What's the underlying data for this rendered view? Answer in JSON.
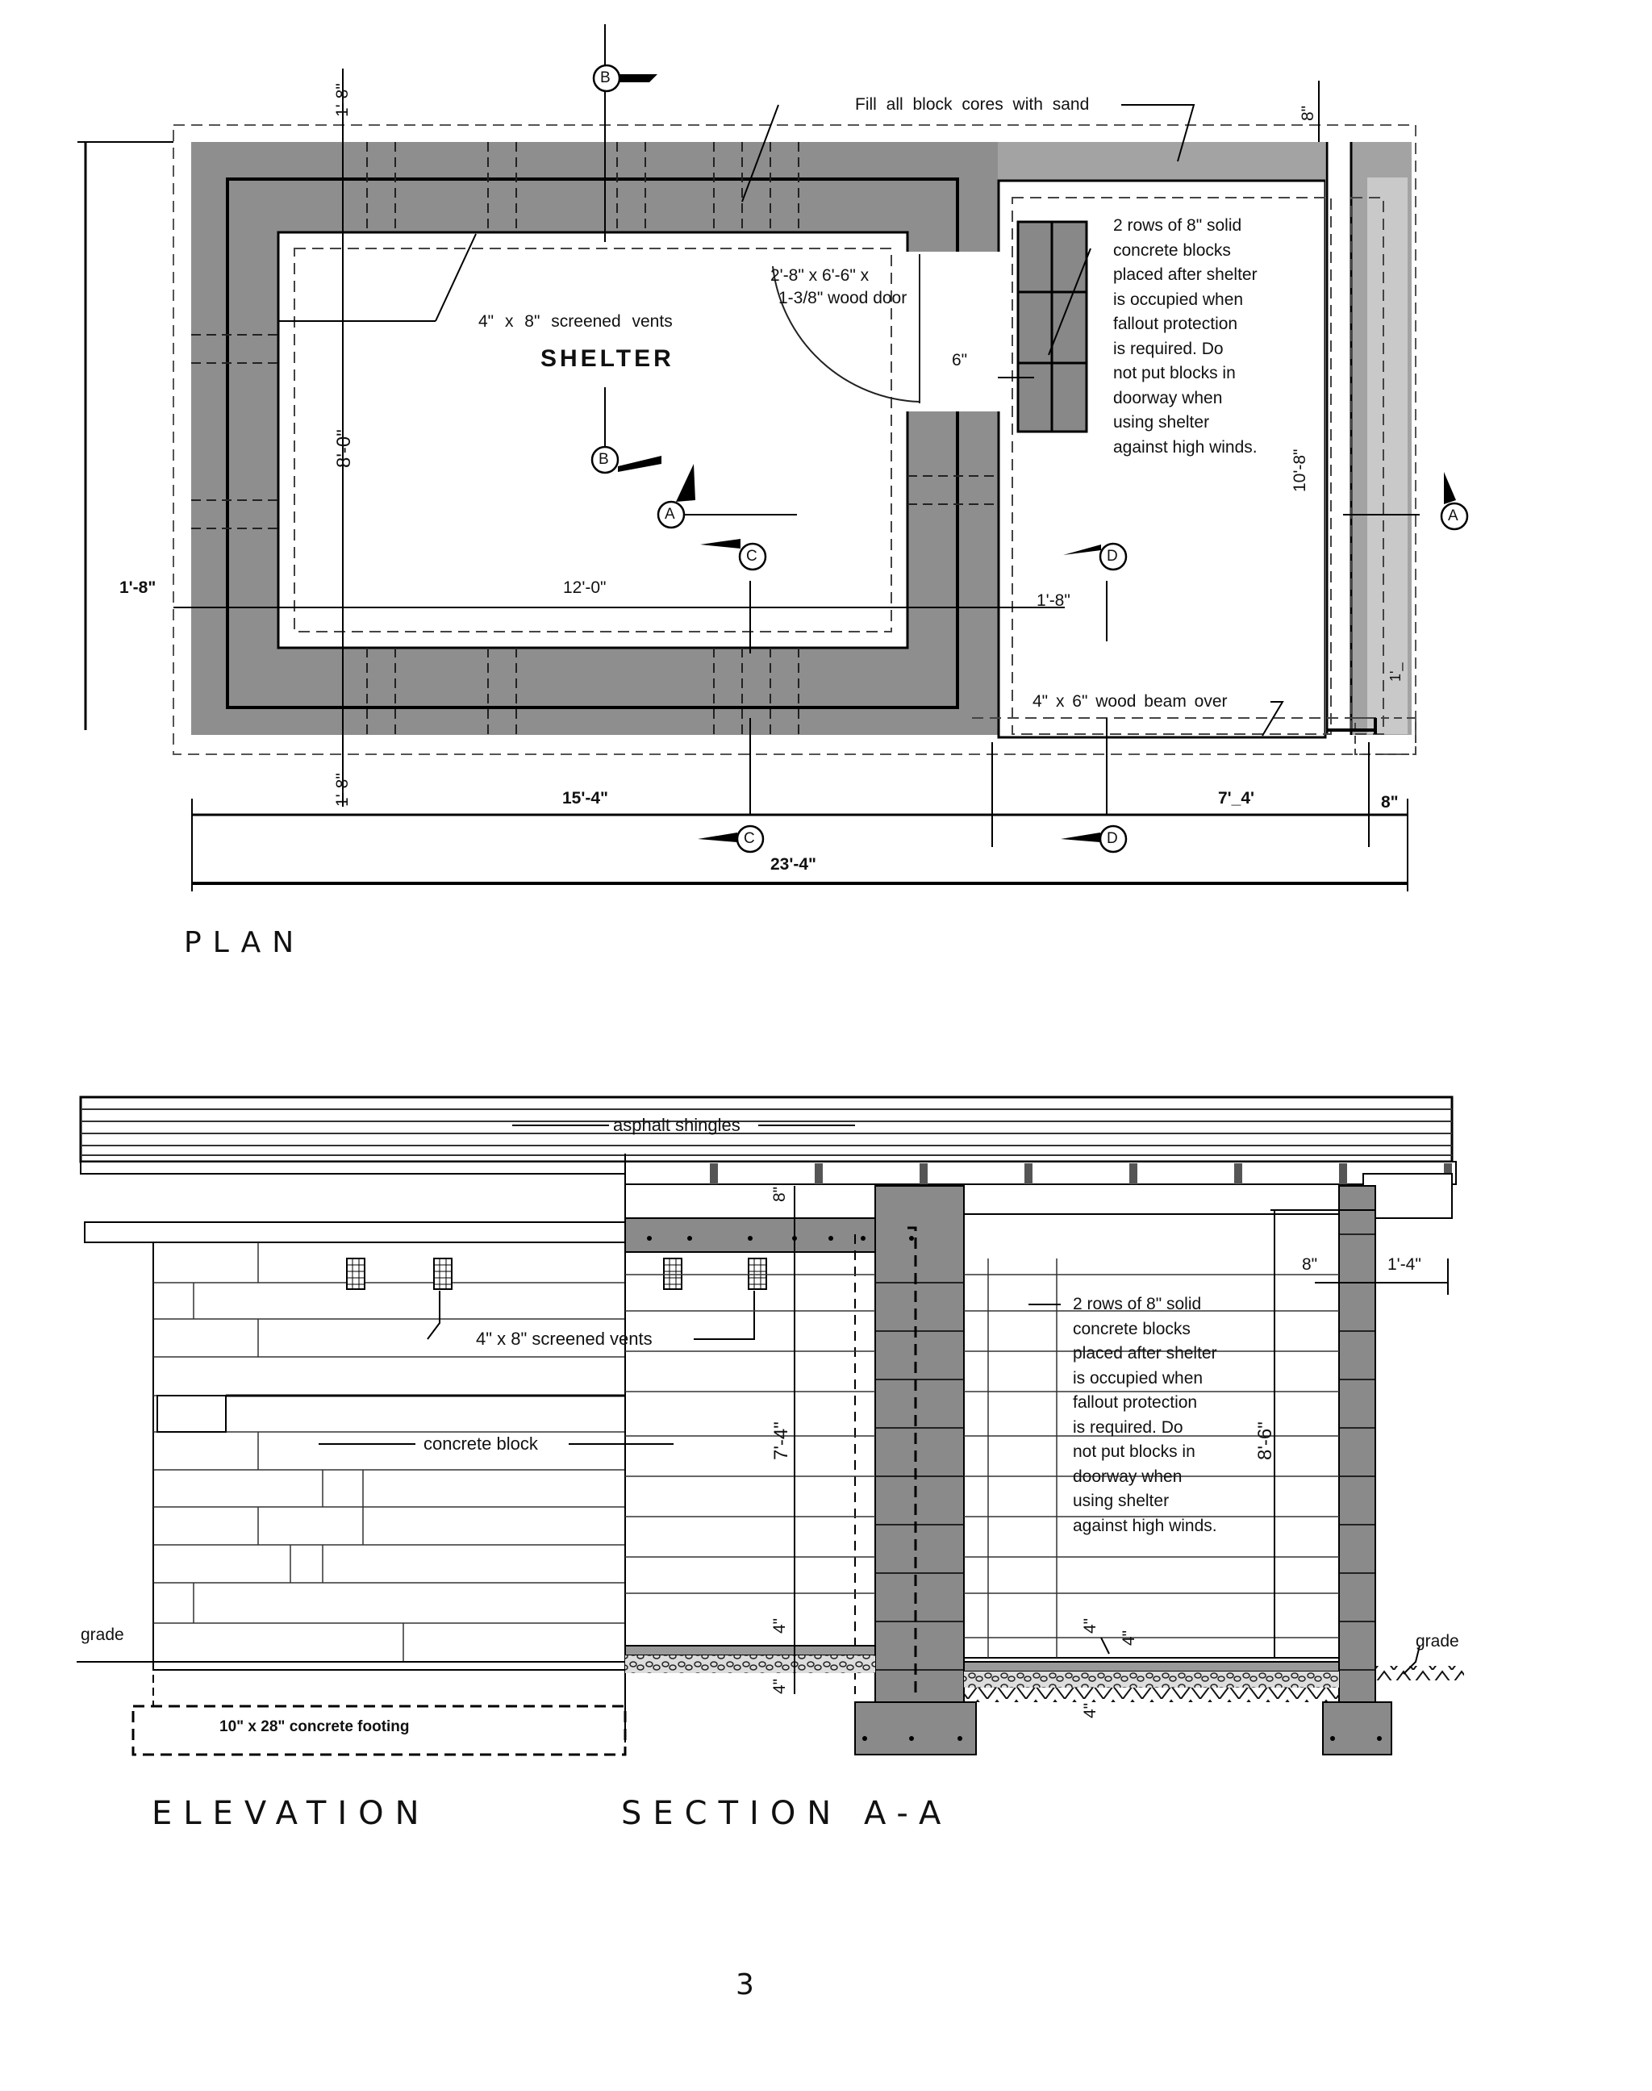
{
  "plan": {
    "caption": "PLAN",
    "fill_note": "Fill all block cores with sand",
    "shelter_label": "SHELTER",
    "door_note_line1": "2'-8\" x 6'-6\" x",
    "door_note_line2": "1-3/8\" wood door",
    "vents_note": "4\" x 8\" screened vents",
    "blocks_note": [
      "2 rows of 8\" solid",
      "concrete blocks",
      "placed after shelter",
      "is occupied when",
      "fallout protection",
      "is required. Do",
      "not put blocks in",
      "doorway when",
      "using shelter",
      "against high winds."
    ],
    "beam_note": "4\" x 6\" wood beam over",
    "dims": {
      "top_vert": "1'-8\"",
      "top_right_vert": "8\"",
      "inner_vert": "8'-0\"",
      "left": "1'-8\"",
      "width_inner": "12'-0\"",
      "door_gap": "6\"",
      "right_inner": "1'-8\"",
      "right_vert": "10'-8\"",
      "bottom_vert": "1'-8\"",
      "bottom_left": "15'-4\"",
      "bottom_right": "7'_4'",
      "bottom_edge": "8\"",
      "total": "23'-4\"",
      "right_small": "1'_"
    },
    "section_marks": [
      "B",
      "B",
      "A",
      "A",
      "C",
      "C",
      "D",
      "D"
    ]
  },
  "elevation": {
    "caption": "ELEVATION",
    "shingles": "asphalt shingles",
    "vents": "4\" x 8\" screened vents",
    "block": "concrete block",
    "grade": "grade",
    "footing": "10\" x 28\" concrete footing"
  },
  "section": {
    "caption": "SECTION A-A",
    "grade": "grade",
    "note": [
      "2 rows of 8\" solid",
      "concrete blocks",
      "placed after shelter",
      "is occupied when",
      "fallout protection",
      "is required. Do",
      "not put blocks in",
      "doorway when",
      "using shelter",
      "against high winds."
    ],
    "dims": {
      "roof": "8\"",
      "wall": "7'-4\"",
      "height": "8'-6\"",
      "top_8": "8\"",
      "overhang": "1'-4\"",
      "slab1": "4\"",
      "slab2": "4\"",
      "slab3": "4\"",
      "slab4": "4\"",
      "slab5": "4\""
    }
  },
  "page_number": "3"
}
